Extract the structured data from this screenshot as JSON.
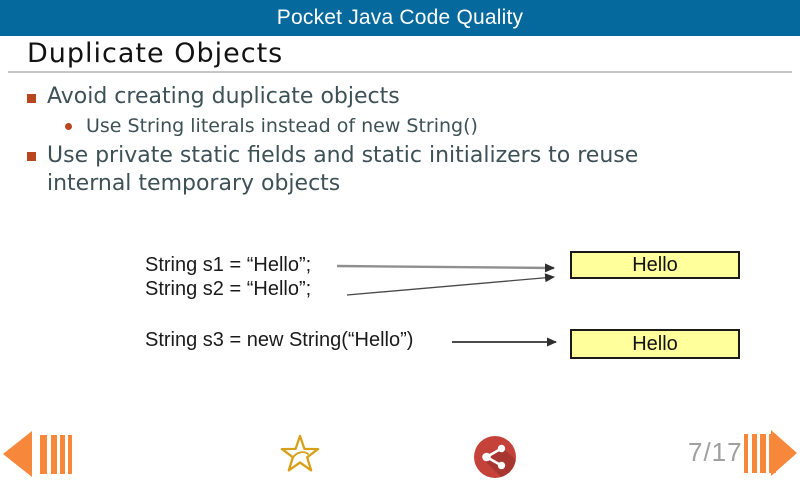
{
  "colors": {
    "header_blue": "#06699e",
    "accent_orange": "#f6873b",
    "share_red": "#c4423a",
    "share_red_dark": "#a83630",
    "star_gold": "#d8a018",
    "bullet_marker": "#b8461f",
    "bullet_text": "#3d5156",
    "box_yellow": "#ffff9c",
    "page_gray": "#a0a0a0"
  },
  "header": {
    "title": "Pocket Java Code Quality"
  },
  "slide": {
    "title": "Duplicate Objects",
    "bullets": [
      {
        "level": 1,
        "text": "Avoid creating duplicate objects"
      },
      {
        "level": 2,
        "text": "Use String literals instead of new String()"
      },
      {
        "level": 1,
        "text": "Use private static fields and static initializers to reuse\ninternal temporary objects"
      }
    ],
    "diagram": {
      "code_lines": [
        {
          "text": "String s1 = “Hello”;"
        },
        {
          "text": "String s2 = “Hello”;"
        },
        {
          "text": "String s3 = new String(“Hello”)"
        }
      ],
      "boxes": [
        {
          "label": "Hello"
        },
        {
          "label": "Hello"
        }
      ]
    }
  },
  "footer": {
    "page_indicator": "7/17",
    "icons": [
      {
        "name": "previous-arrow-icon"
      },
      {
        "name": "rate-star-icon"
      },
      {
        "name": "share-icon"
      },
      {
        "name": "next-arrow-icon"
      }
    ]
  }
}
